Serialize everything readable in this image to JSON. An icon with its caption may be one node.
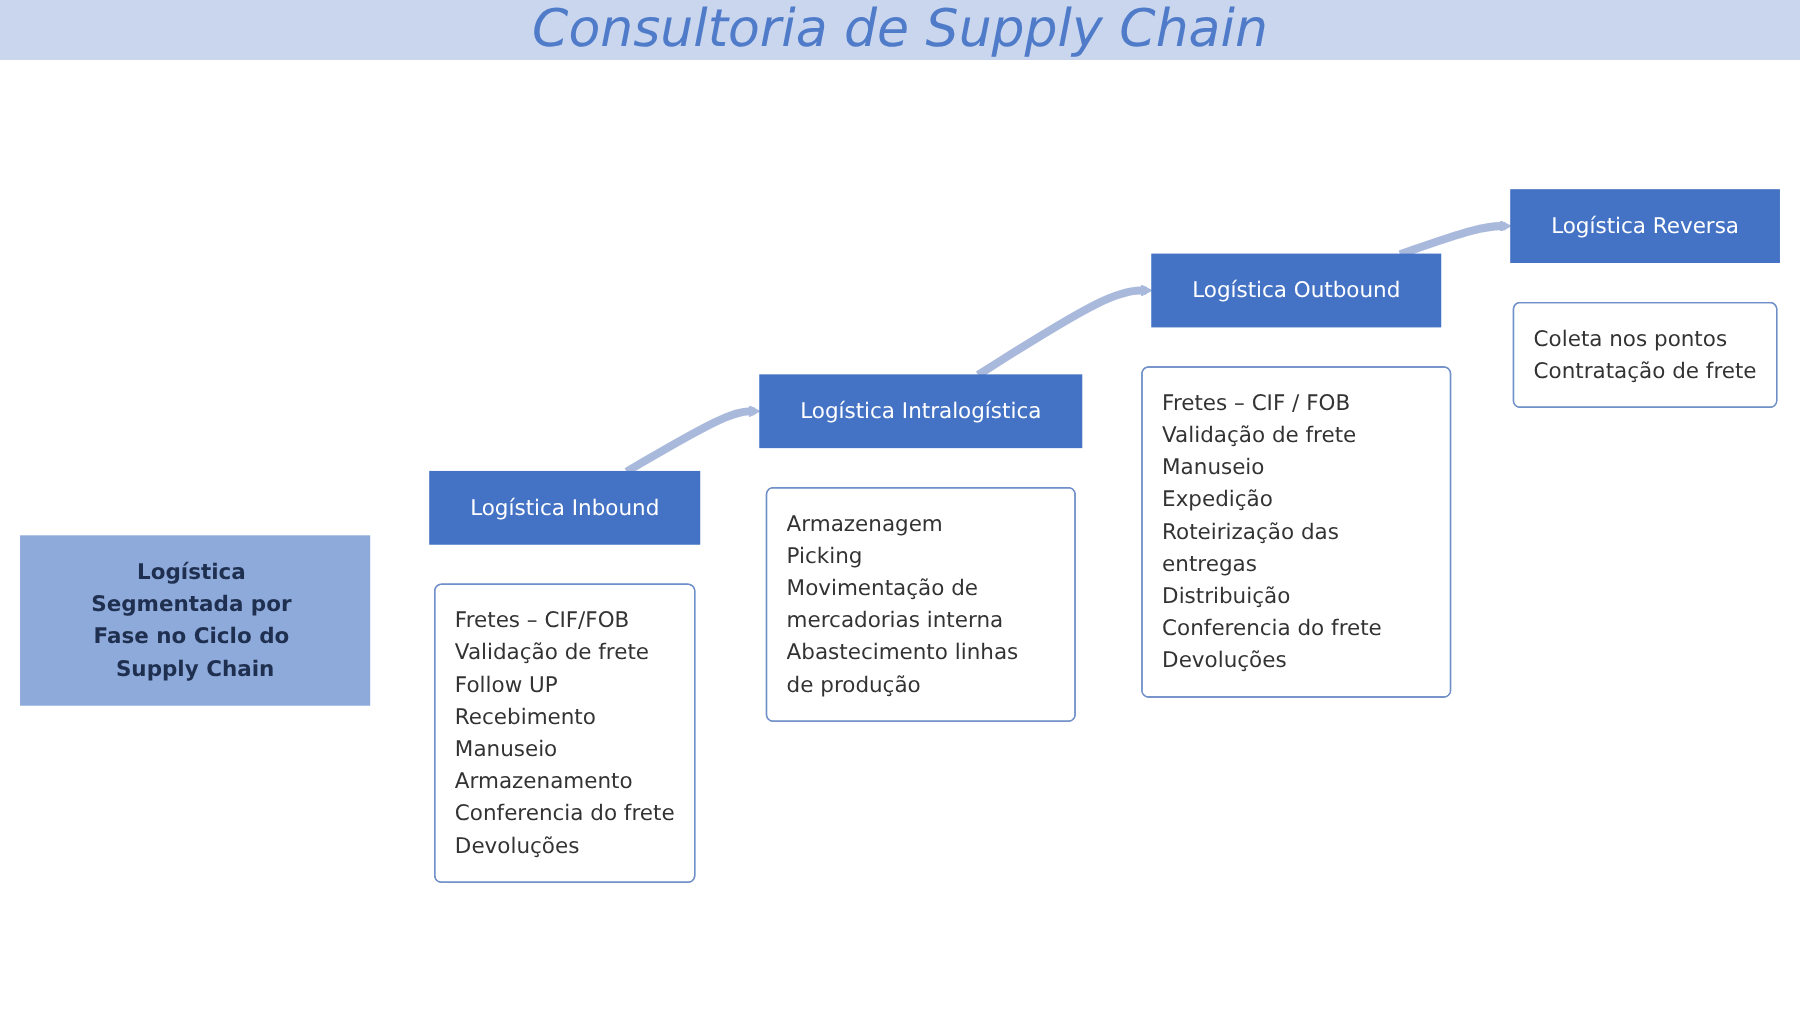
{
  "diagram": {
    "title": "Consultoria de Supply Chain",
    "nodes": [
      {
        "text": [
          "Logística Segmentada por Fase no Ciclo do Supply Chain"
        ]
      },
      {
        "text": [
          "Logística Inbound"
        ]
      },
      {
        "text": [
          "Fretes – CIF/FOB",
          "Validação de frete",
          "Follow UP",
          "Recebimento",
          "Manuseio",
          "Armazenamento",
          "Conferencia do frete",
          "Devoluções"
        ]
      },
      {
        "text": [
          "Logística Intralogística"
        ]
      },
      {
        "text": [
          "Armazenagem",
          "Picking",
          "Movimentação de mercadorias interna",
          "Abastecimento linhas de produção"
        ]
      },
      {
        "text": [
          "Logística Outbound"
        ]
      },
      {
        "text": [
          "Fretes – CIF / FOB",
          "Validação de frete",
          "Manuseio",
          "Expedição",
          "Roteirização das entregas",
          "Distribuição",
          "Conferencia do frete",
          "Devoluções"
        ]
      },
      {
        "text": [
          "Logística Reversa"
        ]
      },
      {
        "text": [
          "Coleta nos pontos",
          "Contratação de frete"
        ]
      }
    ],
    "edges": [
      {
        "from": 1,
        "to": 3,
        "arrow": "to"
      },
      {
        "from": 3,
        "to": 5,
        "arrow": "to"
      },
      {
        "from": 5,
        "to": 7,
        "arrow": "to"
      }
    ]
  }
}
